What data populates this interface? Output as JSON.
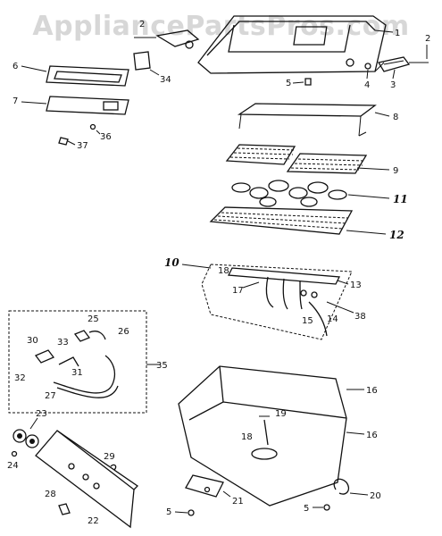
{
  "watermark": "AppliancePartsPros.com",
  "callouts": {
    "c1": "1",
    "c2a": "2",
    "c2b": "2",
    "c3": "3",
    "c4": "4",
    "c5a": "5",
    "c5b": "5",
    "c5c": "5",
    "c6": "6",
    "c7": "7",
    "c8": "8",
    "c9": "9",
    "c10": "10",
    "c11": "11",
    "c12": "12",
    "c13": "13",
    "c14": "14",
    "c15": "15",
    "c16a": "16",
    "c16b": "16",
    "c17": "17",
    "c18a": "18",
    "c18b": "18",
    "c19": "19",
    "c20": "20",
    "c21": "21",
    "c22": "22",
    "c23": "23",
    "c24": "24",
    "c25": "25",
    "c26": "26",
    "c27": "27",
    "c28": "28",
    "c29": "29",
    "c30": "30",
    "c31": "31",
    "c32": "32",
    "c33": "33",
    "c34": "34",
    "c35": "35",
    "c36": "36",
    "c37": "37",
    "c38": "38"
  }
}
